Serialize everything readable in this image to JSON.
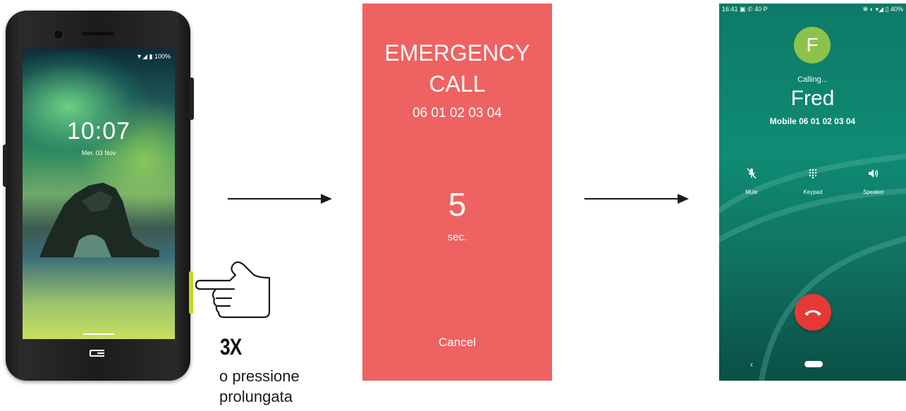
{
  "phone": {
    "status_signal": "▼◢ ▮",
    "status_battery": "100%",
    "clock": "10:07",
    "date": "Mer. 03 Nov"
  },
  "caption": {
    "count": "3X",
    "description_line1": "o pressione",
    "description_line2": "prolungata"
  },
  "emergency_screen": {
    "title_line1": "EMERGENCY",
    "title_line2": "CALL",
    "number": "06 01 02 03 04",
    "countdown": "5",
    "countdown_unit": "sec.",
    "cancel_label": "Cancel",
    "background_color": "#ef6262"
  },
  "call_screen": {
    "status_time": "16:41",
    "status_left_icons": "▣ ✆ 40 P",
    "status_right": "✻ ◐ ▾◢ ▯ 40%",
    "avatar_letter": "F",
    "status_text": "Calling...",
    "contact_name": "Fred",
    "phone_line": "Mobile 06 01 02 03 04",
    "controls": [
      {
        "label": "Mute",
        "icon": "mic-off-icon"
      },
      {
        "label": "Keypad",
        "icon": "keypad-icon"
      },
      {
        "label": "Speaker",
        "icon": "speaker-icon"
      }
    ],
    "back_glyph": "‹",
    "hangup_color": "#e53935",
    "avatar_color": "#8bc34a"
  }
}
